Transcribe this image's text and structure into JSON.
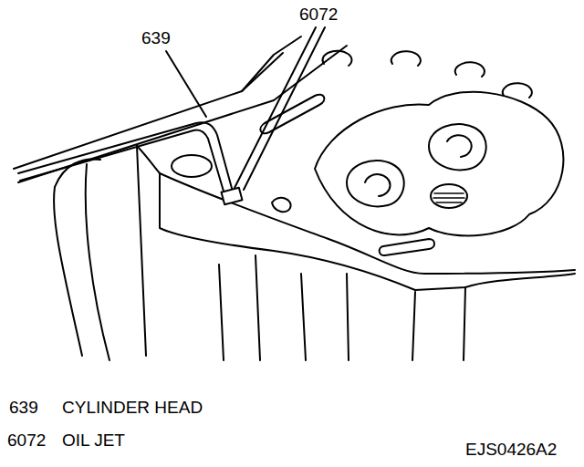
{
  "diagram": {
    "labels": [
      "639",
      "6072",
      "639",
      "CYLINDER HEAD",
      "6072",
      "OIL JET",
      "EJS0426A2"
    ]
  }
}
